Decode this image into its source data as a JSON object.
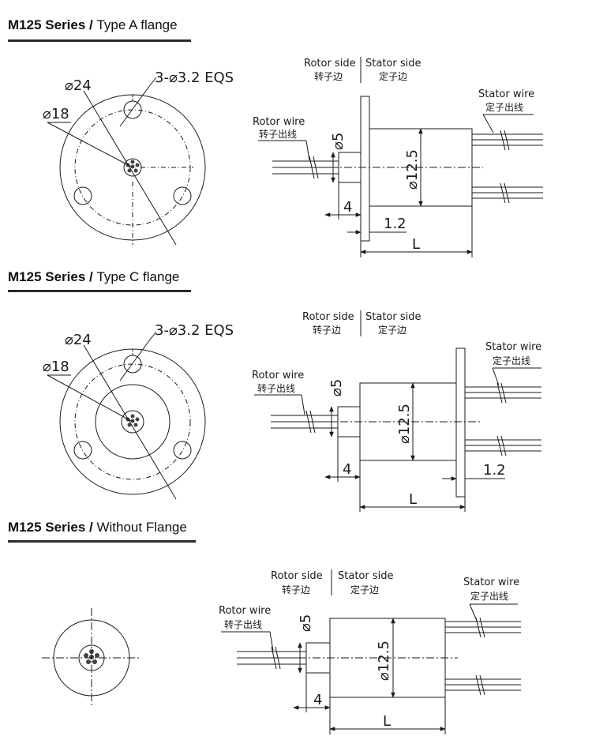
{
  "sections": [
    {
      "series": "M125 Series",
      "separator": " / ",
      "variant": "Type A flange"
    },
    {
      "series": "M125 Series",
      "separator": " / ",
      "variant": "Type C flange"
    },
    {
      "series": "M125 Series",
      "separator": " / ",
      "variant": "Without Flange"
    }
  ],
  "labels": {
    "rotor_side": "Rotor side",
    "rotor_side_cn": "转子边",
    "stator_side": "Stator side",
    "stator_side_cn": "定子边",
    "rotor_wire": "Rotor wire",
    "rotor_wire_cn": "转子出线",
    "stator_wire": "Stator wire",
    "stator_wire_cn": "定子出线"
  },
  "dimensions": {
    "hole_spec": "3-⌀3.2 EQS",
    "outer_dia": "⌀24",
    "bolt_circle_dia": "⌀18",
    "shaft_dia": "⌀5",
    "body_dia": "⌀12.5",
    "shaft_len": "4",
    "flange_thk": "1.2",
    "length": "L"
  },
  "colors": {
    "line": "#1a1a1a",
    "title_bar": "#2b2b2b"
  }
}
